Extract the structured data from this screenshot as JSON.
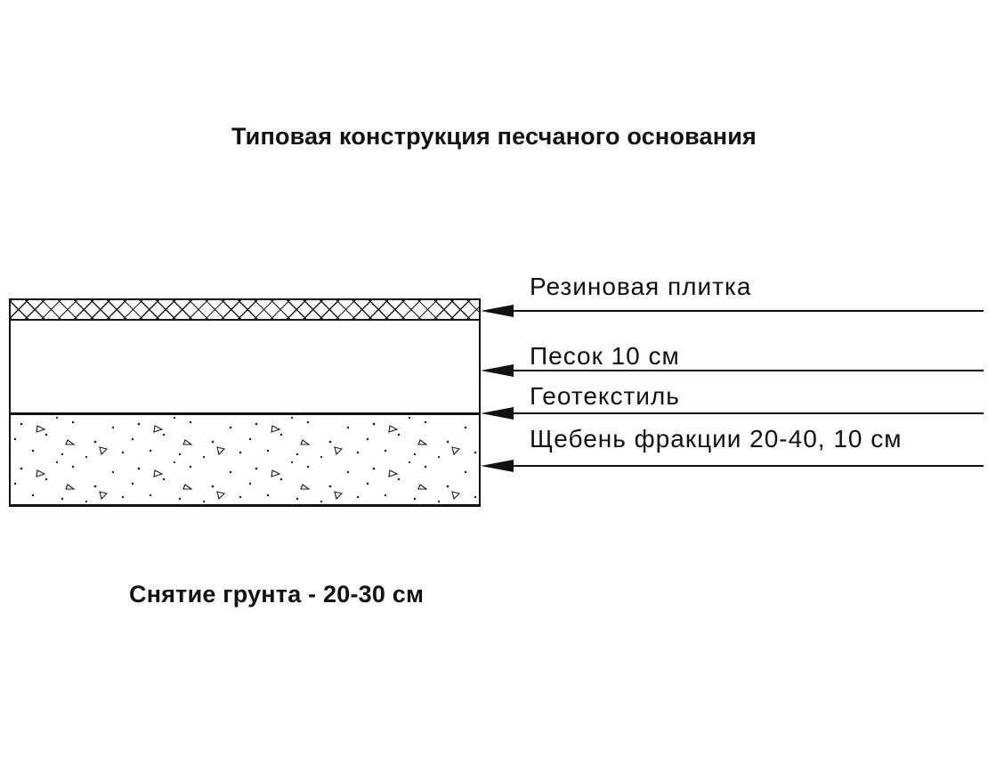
{
  "title": "Типовая конструкция песчаного основания",
  "diagram": {
    "layers": [
      {
        "name": "rubber-tile",
        "label": "Резиновая плитка"
      },
      {
        "name": "sand",
        "label": "Песок 10 см"
      },
      {
        "name": "geotextile",
        "label": "Геотекстиль"
      },
      {
        "name": "crushed-stone",
        "label": "Щебень фракции 20-40, 10 см"
      }
    ],
    "footer_note": "Снятие грунта - 20-30 см"
  },
  "colors": {
    "ink": "#111111",
    "background": "#ffffff"
  }
}
